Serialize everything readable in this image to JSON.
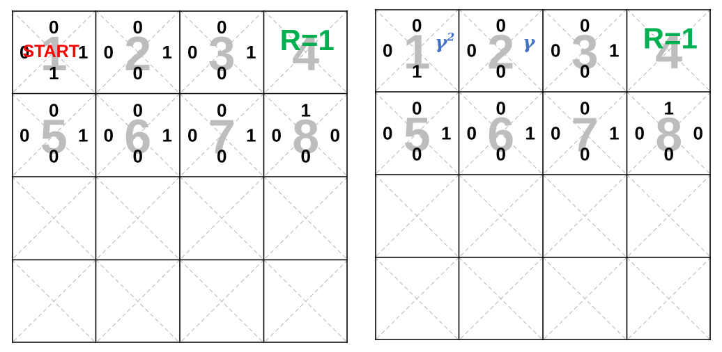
{
  "colors": {
    "grid": "#000000",
    "diagonal": "#b5b5b5",
    "cell_number": "#bdbdbd",
    "q_value": "#000000",
    "start": "#ff0000",
    "reward": "#00b050",
    "state_value": "#4472c4"
  },
  "panels": [
    {
      "rows": 4,
      "cols": 4,
      "cells": [
        {
          "state": "1",
          "q": {
            "up": "0",
            "left": "0",
            "right": "1",
            "down": "1"
          },
          "start_label": "START"
        },
        {
          "state": "2",
          "q": {
            "up": "0",
            "left": "0",
            "right": "1",
            "down": "0"
          }
        },
        {
          "state": "3",
          "q": {
            "up": "0",
            "left": "0",
            "right": "1",
            "down": "0"
          }
        },
        {
          "state": "4",
          "reward_label": "R=1"
        },
        {
          "state": "5",
          "q": {
            "up": "0",
            "left": "0",
            "right": "1",
            "down": "0"
          }
        },
        {
          "state": "6",
          "q": {
            "up": "0",
            "left": "0",
            "right": "1",
            "down": "0"
          }
        },
        {
          "state": "7",
          "q": {
            "up": "0",
            "left": "0",
            "right": "1",
            "down": "0"
          }
        },
        {
          "state": "8",
          "q": {
            "up": "1",
            "left": "0",
            "right": "0",
            "down": "0"
          }
        }
      ]
    },
    {
      "rows": 4,
      "cols": 4,
      "cells": [
        {
          "state": "1",
          "q": {
            "up": "0",
            "left": "0",
            "down": "1"
          },
          "value_base": "γ",
          "value_exp": "2"
        },
        {
          "state": "2",
          "q": {
            "up": "0",
            "left": "0",
            "down": "0"
          },
          "value_base": "γ"
        },
        {
          "state": "3",
          "q": {
            "up": "0",
            "left": "0",
            "right": "1",
            "down": "0"
          }
        },
        {
          "state": "4",
          "reward_label": "R=1"
        },
        {
          "state": "5",
          "q": {
            "up": "0",
            "left": "0",
            "right": "1",
            "down": "0"
          }
        },
        {
          "state": "6",
          "q": {
            "up": "0",
            "left": "0",
            "right": "1",
            "down": "0"
          }
        },
        {
          "state": "7",
          "q": {
            "up": "0",
            "left": "0",
            "right": "1",
            "down": "0"
          }
        },
        {
          "state": "8",
          "q": {
            "up": "1",
            "left": "0",
            "right": "0",
            "down": "0"
          }
        }
      ]
    }
  ]
}
